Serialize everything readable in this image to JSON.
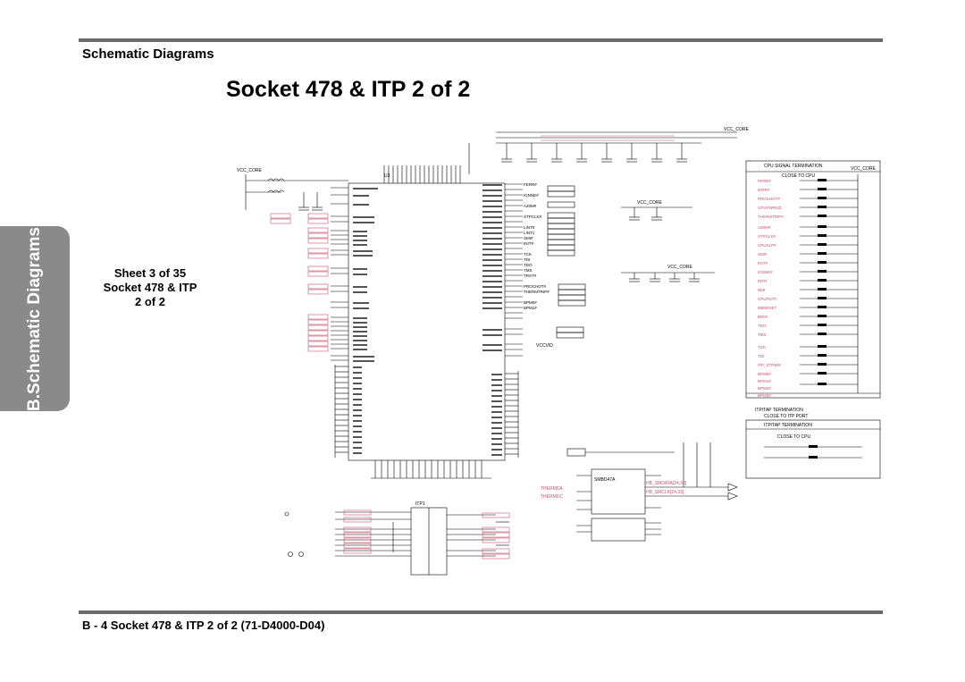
{
  "header": {
    "section_title": "Schematic  Diagrams"
  },
  "page": {
    "title": "Socket 478 & ITP 2 of 2"
  },
  "side_tab": {
    "label": "B.Schematic Diagrams"
  },
  "sheet": {
    "line1": "Sheet 3 of 35",
    "line2": "Socket 478 & ITP",
    "line3": "2 of 2"
  },
  "footer": {
    "caption": "B - 4  Socket 478 & ITP 2 of 2  (71-D4000-D04)"
  },
  "schematic": {
    "net_vcc_core": "VCC_CORE",
    "net_vccvid": "VCCVID",
    "cpu_part": "U3",
    "itp_connector": "ITP1",
    "sensor_part": "SMBD47A",
    "cpu_termination_title": "CPU SIGNAL TERMINATION",
    "cpu_termination_subtitle": "CLOSE TO CPU",
    "itp_termination_title": "ITP/TAP TERMINATION",
    "itp_termination_subtitle": "CLOSE TO ITP PORT",
    "itp_termination2_title": "ITP/TAP TERMINATION",
    "itp_termination2_subtitle": "CLOSE TO CPU",
    "signals_right": [
      "FERR#",
      "IGNNE#",
      "A20M#",
      "STPCLK#",
      "LINT0",
      "LINT1",
      "SMI#",
      "INIT#",
      "TCK",
      "TDI",
      "TDO",
      "TMS",
      "TRST#",
      "PROCHOT#",
      "THERMTRIP#",
      "BPM0#",
      "BPM1#"
    ],
    "termination_labels": [
      "FERR#",
      "IERR#",
      "PROCHOT#",
      "CPUPWRGD",
      "THERMTRIP#",
      "A20M#",
      "STPCLK#",
      "CPUSLP#",
      "SMI#",
      "INIT#",
      "IGNNE#",
      "INTR",
      "NMI",
      "CPURST#",
      "DBRESET",
      "BR0#",
      "TDO",
      "TMS",
      "TCK",
      "TDI",
      "ITP_STPWR",
      "BPM0#",
      "BPM1#",
      "BPM2#",
      "BPM3#"
    ],
    "smbus_labels": [
      "HB_SMDATA[24,33]",
      "HB_SMCLK[24,33]"
    ],
    "thermal_labels": [
      "THERMDA",
      "THERMDC"
    ]
  }
}
